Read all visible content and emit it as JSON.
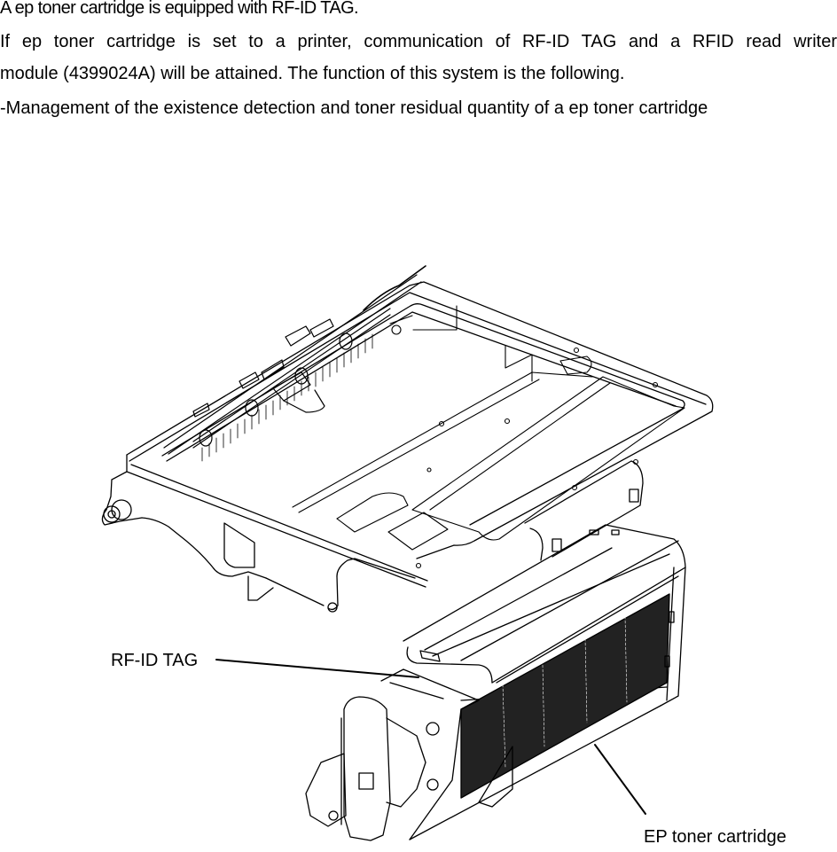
{
  "document": {
    "paragraphs": [
      "A ep toner cartridge is equipped with RF-ID TAG.",
      "If ep toner cartridge is set to a printer, communication of RF-ID TAG and a RFID read writer",
      "module (4399024A) will be attained. The function of this system is the following.",
      "-Management of the existence detection and toner residual quantity of a ep toner cartridge"
    ]
  },
  "figure": {
    "description": "Isometric line drawing of printer frame with RFID read writer module above an EP toner cartridge",
    "callouts": {
      "rfid_tag": "RF-ID TAG",
      "ep_cartridge": "EP toner cartridge"
    },
    "line_color": "#000000",
    "background": "#ffffff"
  }
}
